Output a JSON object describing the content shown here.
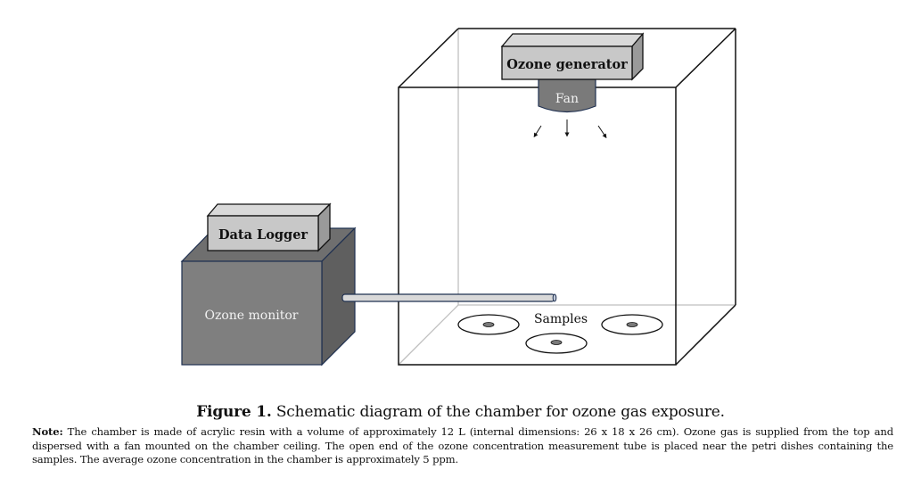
{
  "diagram": {
    "components": {
      "ozone_generator": "Ozone generator",
      "fan": "Fan",
      "data_logger": "Data Logger",
      "ozone_monitor": "Ozone monitor",
      "samples": "Samples"
    },
    "colors": {
      "box_light": "#c8c8c8",
      "box_light_side": "#9a9a9a",
      "box_light_top": "#d9d9d9",
      "monitor_front": "#7f7f7f",
      "monitor_side": "#5f5f5f",
      "monitor_top": "#6f6f6f",
      "fan_fill": "#7a7a7a",
      "tube_fill": "#d9d9d9",
      "outline_dark": "#1f3050",
      "chamber_front": "#111111",
      "chamber_back": "#bfbfbf",
      "dish_center": "#7a7a7a"
    }
  },
  "caption": {
    "label": "Figure 1.",
    "text": " Schematic diagram of the chamber for ozone gas exposure."
  },
  "note": {
    "label": "Note:",
    "text": " The chamber is made of acrylic resin with a volume of approximately 12 L (internal dimensions: 26 x 18 x 26 cm). Ozone gas is supplied from the top and dispersed with a fan mounted on the chamber ceiling. The open end of the ozone concentration measurement tube is placed near the petri dishes containing the samples. The average ozone concentration in the chamber is approximately 5 ppm."
  }
}
